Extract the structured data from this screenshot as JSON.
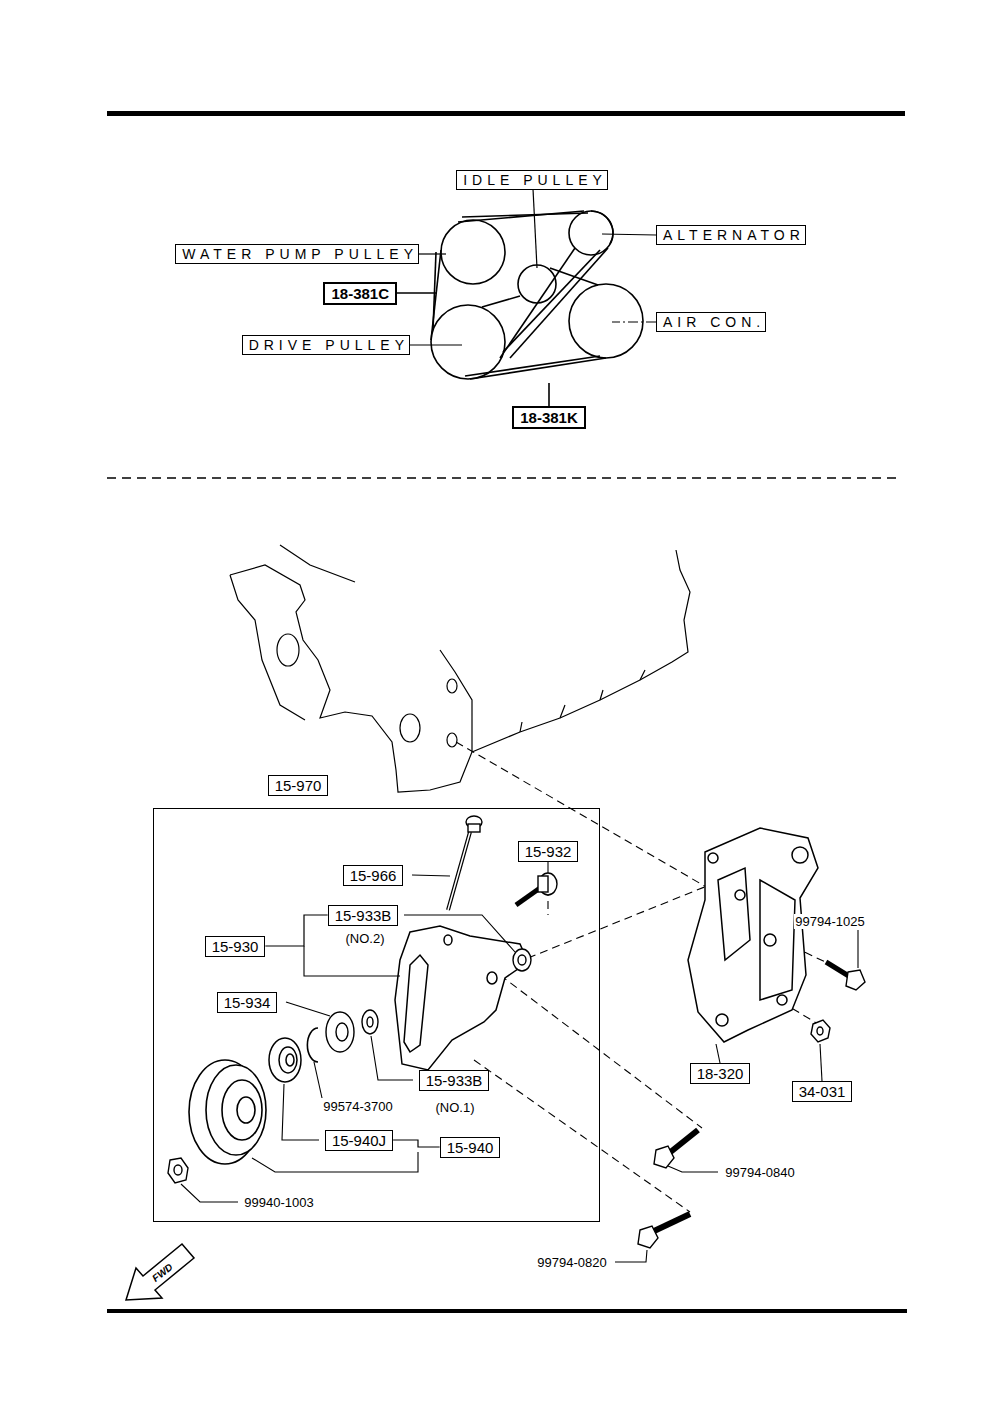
{
  "diagram": {
    "nodes": [
      {
        "text": [
          "IDLE PULLEY"
        ]
      },
      {
        "text": [
          "ALTERNATOR"
        ]
      },
      {
        "text": [
          "WATER PUMP PULLEY"
        ]
      },
      {
        "text": [
          "18-381C"
        ]
      },
      {
        "text": [
          "AIR CON."
        ]
      },
      {
        "text": [
          "DRIVE PULLEY"
        ]
      },
      {
        "text": [
          "18-381K"
        ]
      },
      {
        "text": [
          "15-970"
        ]
      },
      {
        "text": [
          "15-966"
        ],
        "in": 7
      },
      {
        "text": [
          "15-932"
        ],
        "in": 7
      },
      {
        "text": [
          "15-933B"
        ],
        "in": 7
      },
      {
        "text": [
          "15-930"
        ],
        "in": 7
      },
      {
        "text": [
          "15-934"
        ],
        "in": 7
      },
      {
        "text": [
          "15-933B"
        ],
        "in": 7
      },
      {
        "text": [
          "15-940J"
        ],
        "in": 7
      },
      {
        "text": [
          "15-940"
        ],
        "in": 7
      },
      {
        "text": [
          "18-320"
        ]
      },
      {
        "text": [
          "34-031"
        ]
      }
    ],
    "edges": [
      {
        "from": 15,
        "to": 14,
        "arrow": "none"
      },
      {
        "from": 11,
        "to": 10,
        "arrow": "none"
      }
    ],
    "labels": [
      "(NO.2)",
      "(NO.1)",
      "99794-1025",
      "99574-3700",
      "99794-0840",
      "99940-1003",
      "99794-0820",
      "FWD"
    ]
  }
}
